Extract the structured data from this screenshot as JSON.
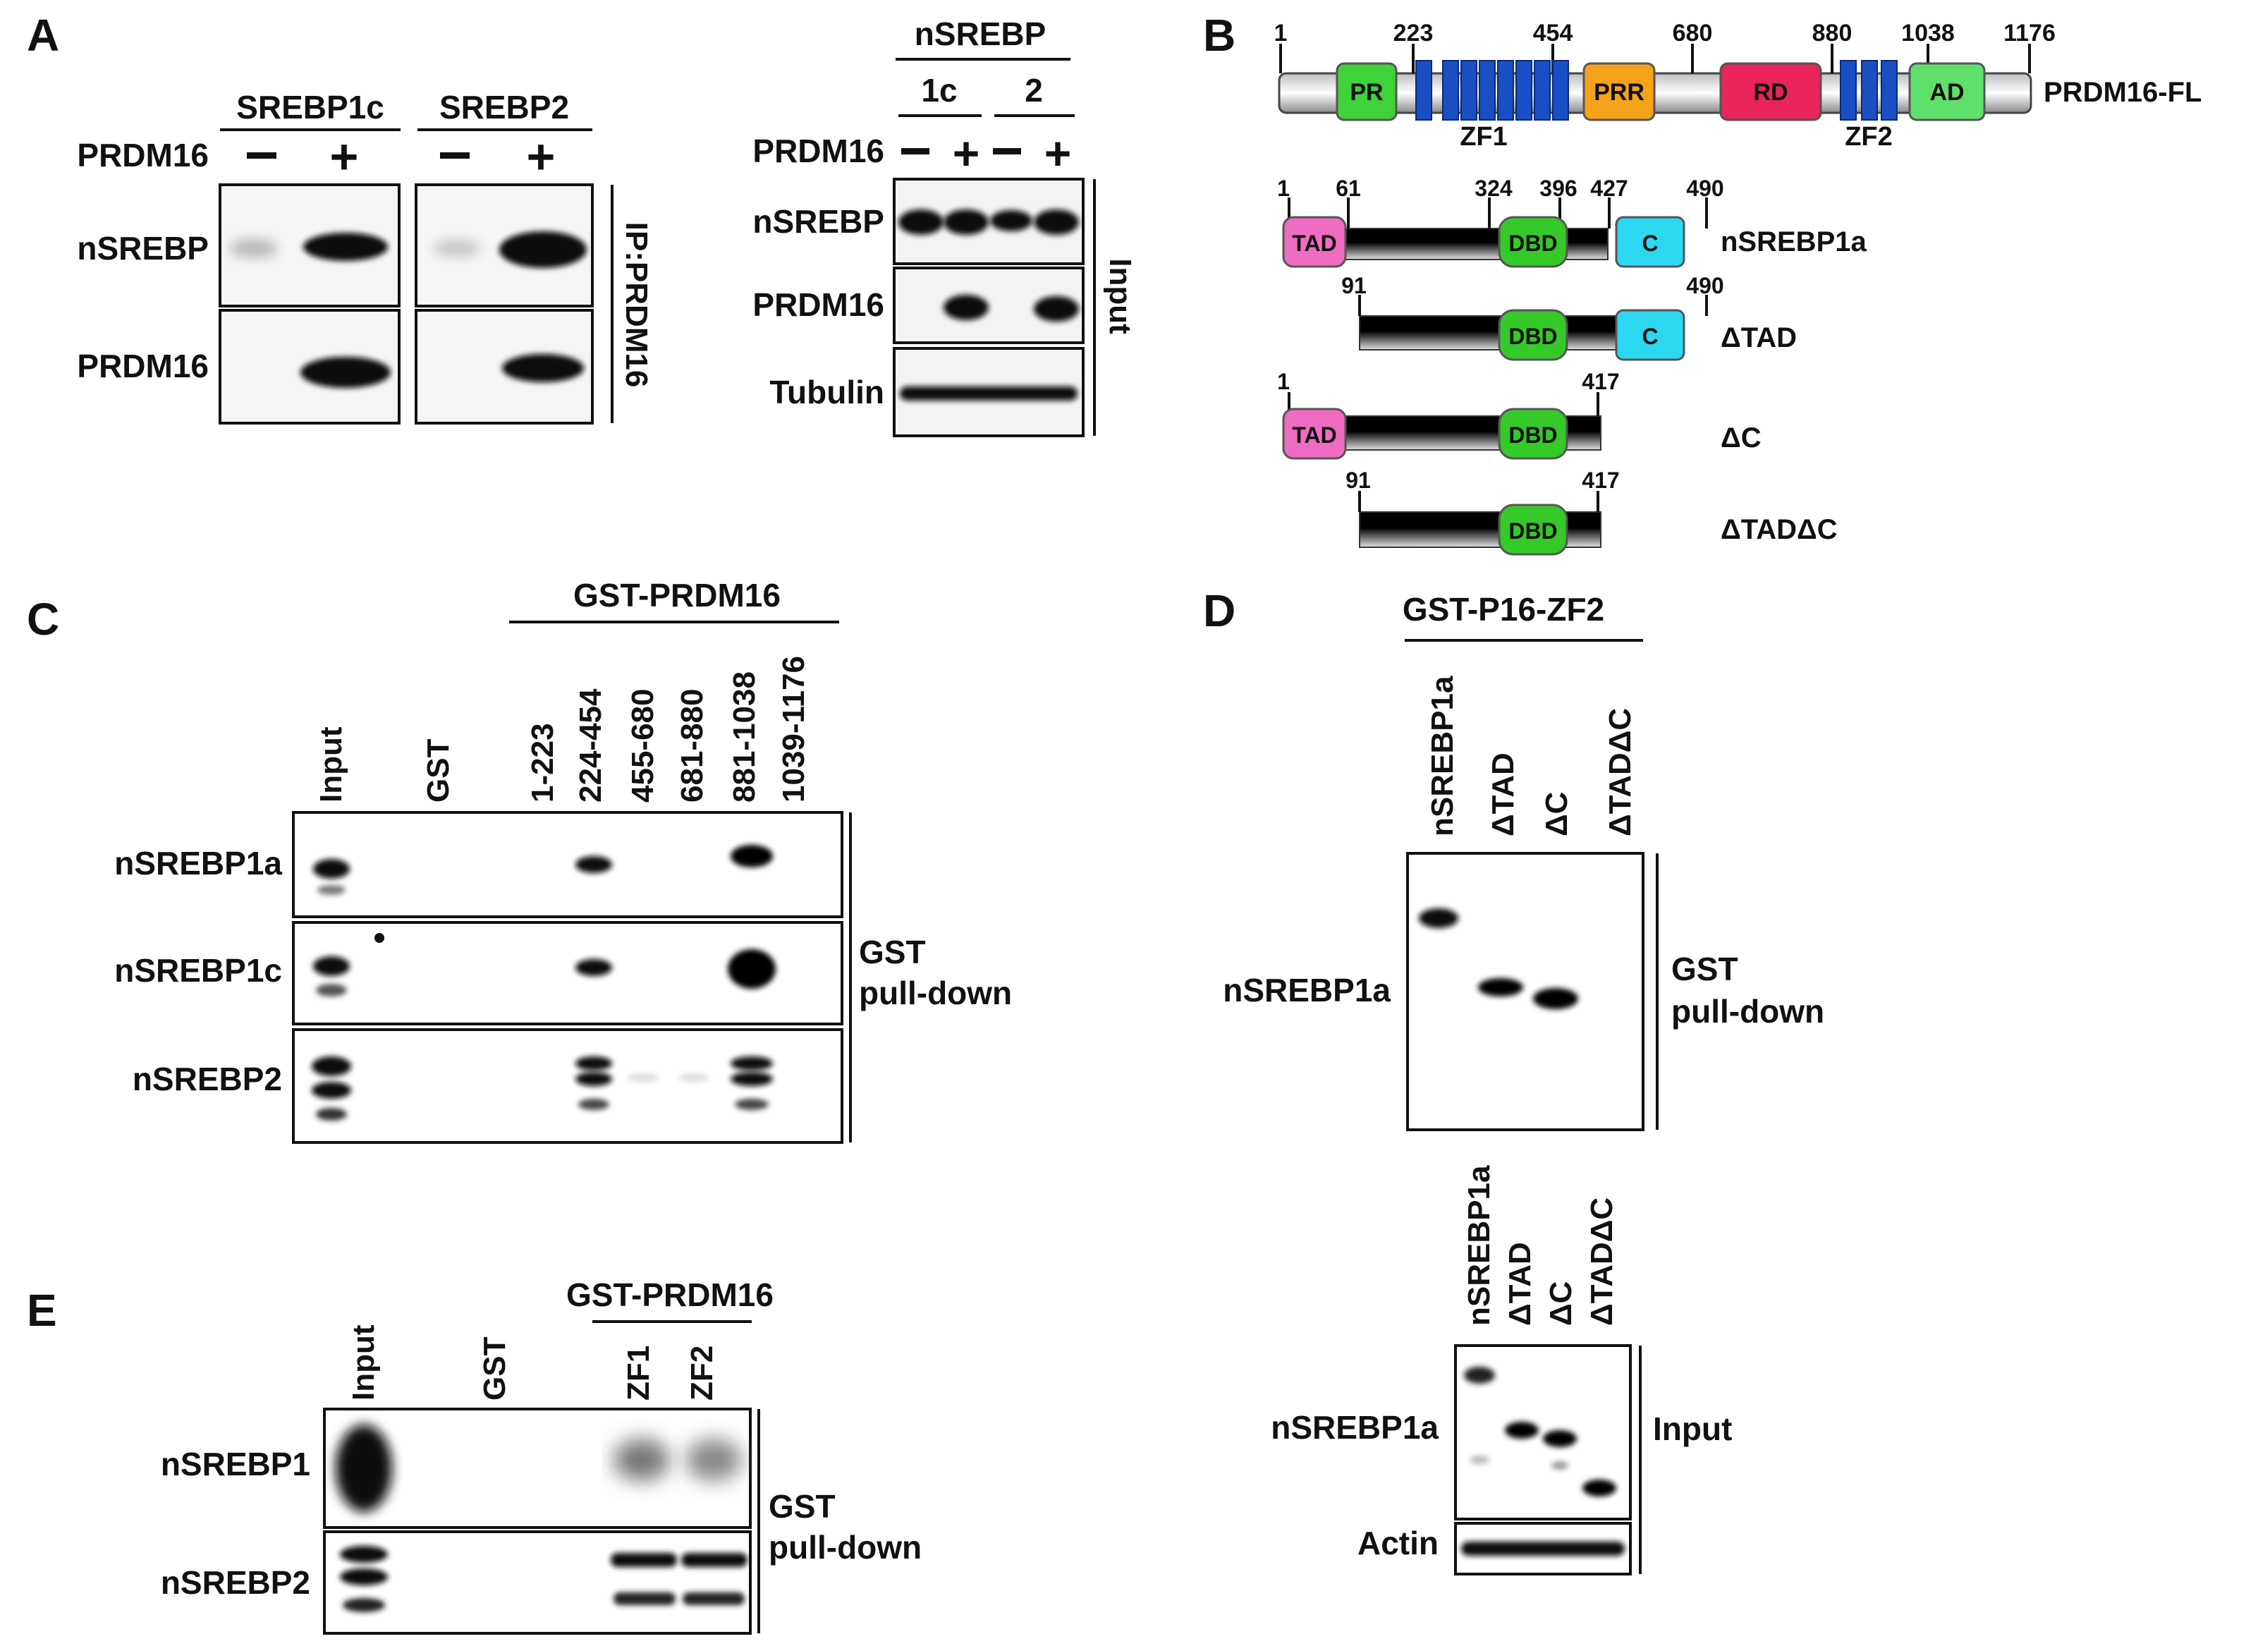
{
  "panels": {
    "A": {
      "letter": "A",
      "ip_groups": [
        "SREBP1c",
        "SREBP2"
      ],
      "prdm16_label": "PRDM16",
      "minus": "−",
      "plus": "+",
      "ip_row_labels": [
        "nSREBP",
        "PRDM16"
      ],
      "ip_side_label": "IP:PRDM16",
      "input_header": "nSREBP",
      "input_groups": [
        "1c",
        "2"
      ],
      "input_row_labels": [
        "nSREBP",
        "PRDM16",
        "Tubulin"
      ],
      "input_side_label": "Input"
    },
    "B": {
      "letter": "B",
      "fl_ticks": [
        "1",
        "223",
        "454",
        "680",
        "880",
        "1038",
        "1176"
      ],
      "fl_domains": [
        "PR",
        "PRR",
        "RD",
        "AD"
      ],
      "fl_zf": [
        "ZF1",
        "ZF2"
      ],
      "fl_name": "PRDM16-FL",
      "constructs": [
        {
          "name": "nSREBP1a",
          "ticks": [
            "1",
            "61",
            "324",
            "396",
            "427",
            "490"
          ]
        },
        {
          "name": "ΔTAD",
          "ticks": [
            "91",
            "490"
          ]
        },
        {
          "name": "ΔC",
          "ticks": [
            "1",
            "417"
          ]
        },
        {
          "name": "ΔTADΔC",
          "ticks": [
            "91",
            "417"
          ]
        }
      ],
      "domains": {
        "tad": "TAD",
        "dbd": "DBD",
        "c": "C"
      }
    },
    "C": {
      "letter": "C",
      "header": "GST-PRDM16",
      "lanes": [
        "Input",
        "GST",
        "1-223",
        "224-454",
        "455-680",
        "681-880",
        "881-1038",
        "1039-1176"
      ],
      "row_labels": [
        "nSREBP1a",
        "nSREBP1c",
        "nSREBP2"
      ],
      "side_label": [
        "GST",
        "pull-down"
      ]
    },
    "D": {
      "letter": "D",
      "header": "GST-P16-ZF2",
      "lanes": [
        "nSREBP1a",
        "ΔTAD",
        "ΔC",
        "ΔTADΔC"
      ],
      "pull_row_label": "nSREBP1a",
      "pull_side_label": [
        "GST",
        "pull-down"
      ],
      "input_lanes": [
        "nSREBP1a",
        "ΔTAD",
        "ΔC",
        "ΔTADΔC"
      ],
      "input_row_labels": [
        "nSREBP1a",
        "Actin"
      ],
      "input_side_label": "Input"
    },
    "E": {
      "letter": "E",
      "header": "GST-PRDM16",
      "lanes": [
        "Input",
        "GST",
        "ZF1",
        "ZF2"
      ],
      "row_labels": [
        "nSREBP1",
        "nSREBP2"
      ],
      "side_label": [
        "GST",
        "pull-down"
      ]
    }
  },
  "colors": {
    "PR": "#3fd23a",
    "PRR": "#f5a21b",
    "RD": "#e8245a",
    "AD": "#5fe06a",
    "ZF": "#1a4fc4",
    "TAD": "#f06bc2",
    "DBD": "#35c92a",
    "C": "#2cd7f0"
  }
}
